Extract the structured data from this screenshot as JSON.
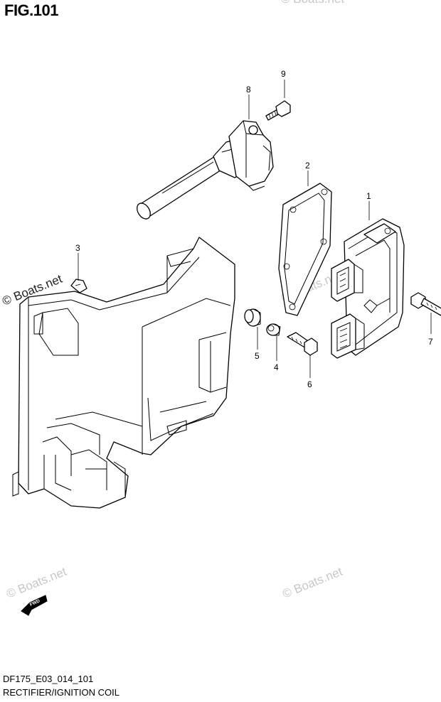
{
  "figure": {
    "title": "FIG.101"
  },
  "parts": [
    {
      "ref": "1"
    },
    {
      "ref": "2"
    },
    {
      "ref": "3"
    },
    {
      "ref": "4"
    },
    {
      "ref": "5"
    },
    {
      "ref": "6"
    },
    {
      "ref": "7"
    },
    {
      "ref": "8"
    },
    {
      "ref": "9"
    }
  ],
  "watermarks": [
    "© Boats.net",
    "© Boats.net",
    "© Boats.net",
    "© Boats.net",
    "© Boats.net"
  ],
  "direction_tag": "FWD",
  "footer": {
    "code": "DF175_E03_014_101",
    "name": "RECTIFIER/IGNITION COIL"
  }
}
